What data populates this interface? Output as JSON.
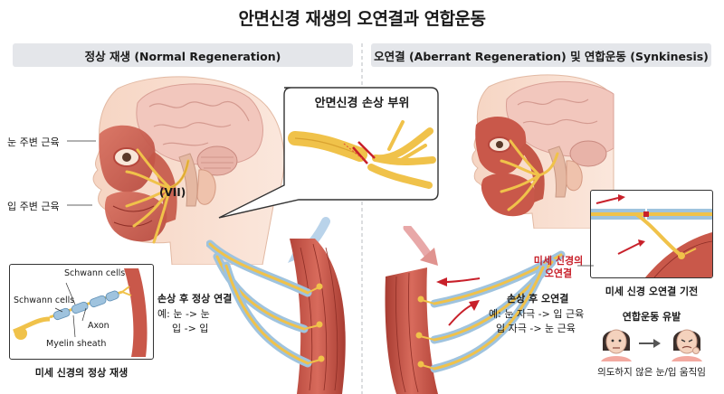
{
  "title": "안면신경 재생의 오연결과 연합운동",
  "left": {
    "band": "정상 재생 (Normal Regeneration)",
    "eye_muscle": "눈 주변 근육",
    "mouth_muscle": "입 주변 근육",
    "nerve_label": "(VII)",
    "inset": {
      "schwann_top": "Schwann cells",
      "schwann_left": "Schwann cells",
      "axon": "Axon",
      "myelin": "Myelin sheath",
      "caption": "미세 신경의 정상 재생"
    },
    "result_title": "손상 후 정상 연결",
    "result_line1": "예: 눈 -> 눈",
    "result_line2": "입 -> 입"
  },
  "center": {
    "callout_title": "안면신경 손상 부위"
  },
  "right": {
    "band": "오연결 (Aberrant Regeneration) 및 연합운동 (Synkinesis)",
    "misconnect_line1": "미세 신경의",
    "misconnect_line2": "오연결",
    "result_title": "손상 후 오연결",
    "result_line1": "예: 눈 자극 -> 입 근육",
    "result_line2": "입 자극 -> 눈 근육",
    "mechanism_caption": "미세 신경 오연결 기전",
    "synk_title": "연합운동 유발",
    "synk_caption": "의도하지 않은 눈/입 움직임"
  },
  "colors": {
    "muscle": "#c9584a",
    "nerve": "#f0c24a",
    "myelin": "#9fc3de",
    "accent_red": "#c8202a",
    "band_bg": "#e4e6ea"
  }
}
